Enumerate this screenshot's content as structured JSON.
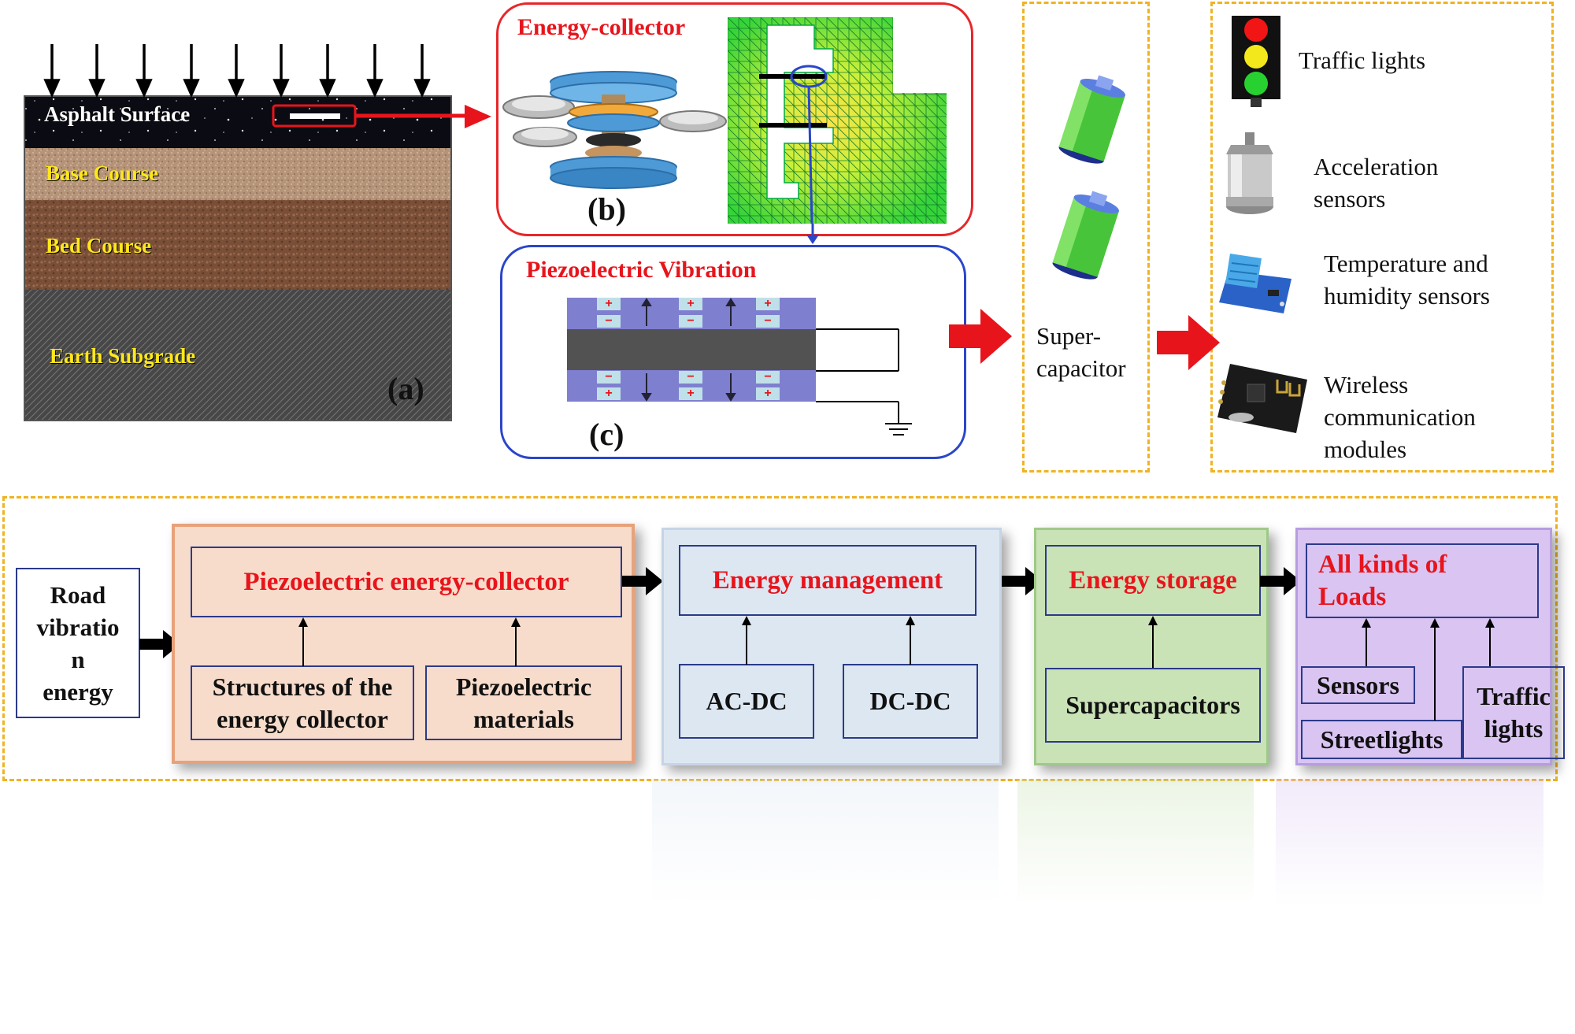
{
  "panel_a": {
    "layers": [
      "Asphalt Surface",
      "Base Course",
      "Bed Course",
      "Earth Subgrade"
    ],
    "letter": "(a)"
  },
  "panel_b": {
    "title": "Energy-collector",
    "letter": "(b)"
  },
  "panel_c": {
    "title": "Piezoelectric Vibration",
    "letter": "(c)",
    "plus": "+",
    "minus": "−"
  },
  "supercap": {
    "label": "Super-\ncapacitor"
  },
  "loads": {
    "items": [
      {
        "label": "Traffic lights",
        "icon": "traffic-light-icon"
      },
      {
        "label": "Acceleration\nsensors",
        "icon": "accelerometer-icon"
      },
      {
        "label": "Temperature and\nhumidity sensors",
        "icon": "humidity-sensor-icon"
      },
      {
        "label": "Wireless\ncommunication\nmodules",
        "icon": "wireless-module-icon"
      }
    ]
  },
  "flow": {
    "input": "Road\nvibratio\nn\nenergy",
    "collector": {
      "title": "Piezoelectric energy-collector",
      "sub": [
        "Structures of the\nenergy collector",
        "Piezoelectric\nmaterials"
      ]
    },
    "management": {
      "title": "Energy management",
      "sub": [
        "AC-DC",
        "DC-DC"
      ]
    },
    "storage": {
      "title": "Energy storage",
      "sub": [
        "Supercapacitors"
      ]
    },
    "loads": {
      "title": "All kinds of\nLoads",
      "sub": [
        "Sensors",
        "Streetlights",
        "Traffic\nlights"
      ]
    }
  },
  "colors": {
    "dash": "#f0b323",
    "red": "#e8141c",
    "blue": "#2a46c9",
    "collector_bg": "#f7dccb",
    "management_bg": "#dde7f2",
    "storage_bg": "#c9e2b6",
    "loads_bg": "#d9c4f2"
  }
}
